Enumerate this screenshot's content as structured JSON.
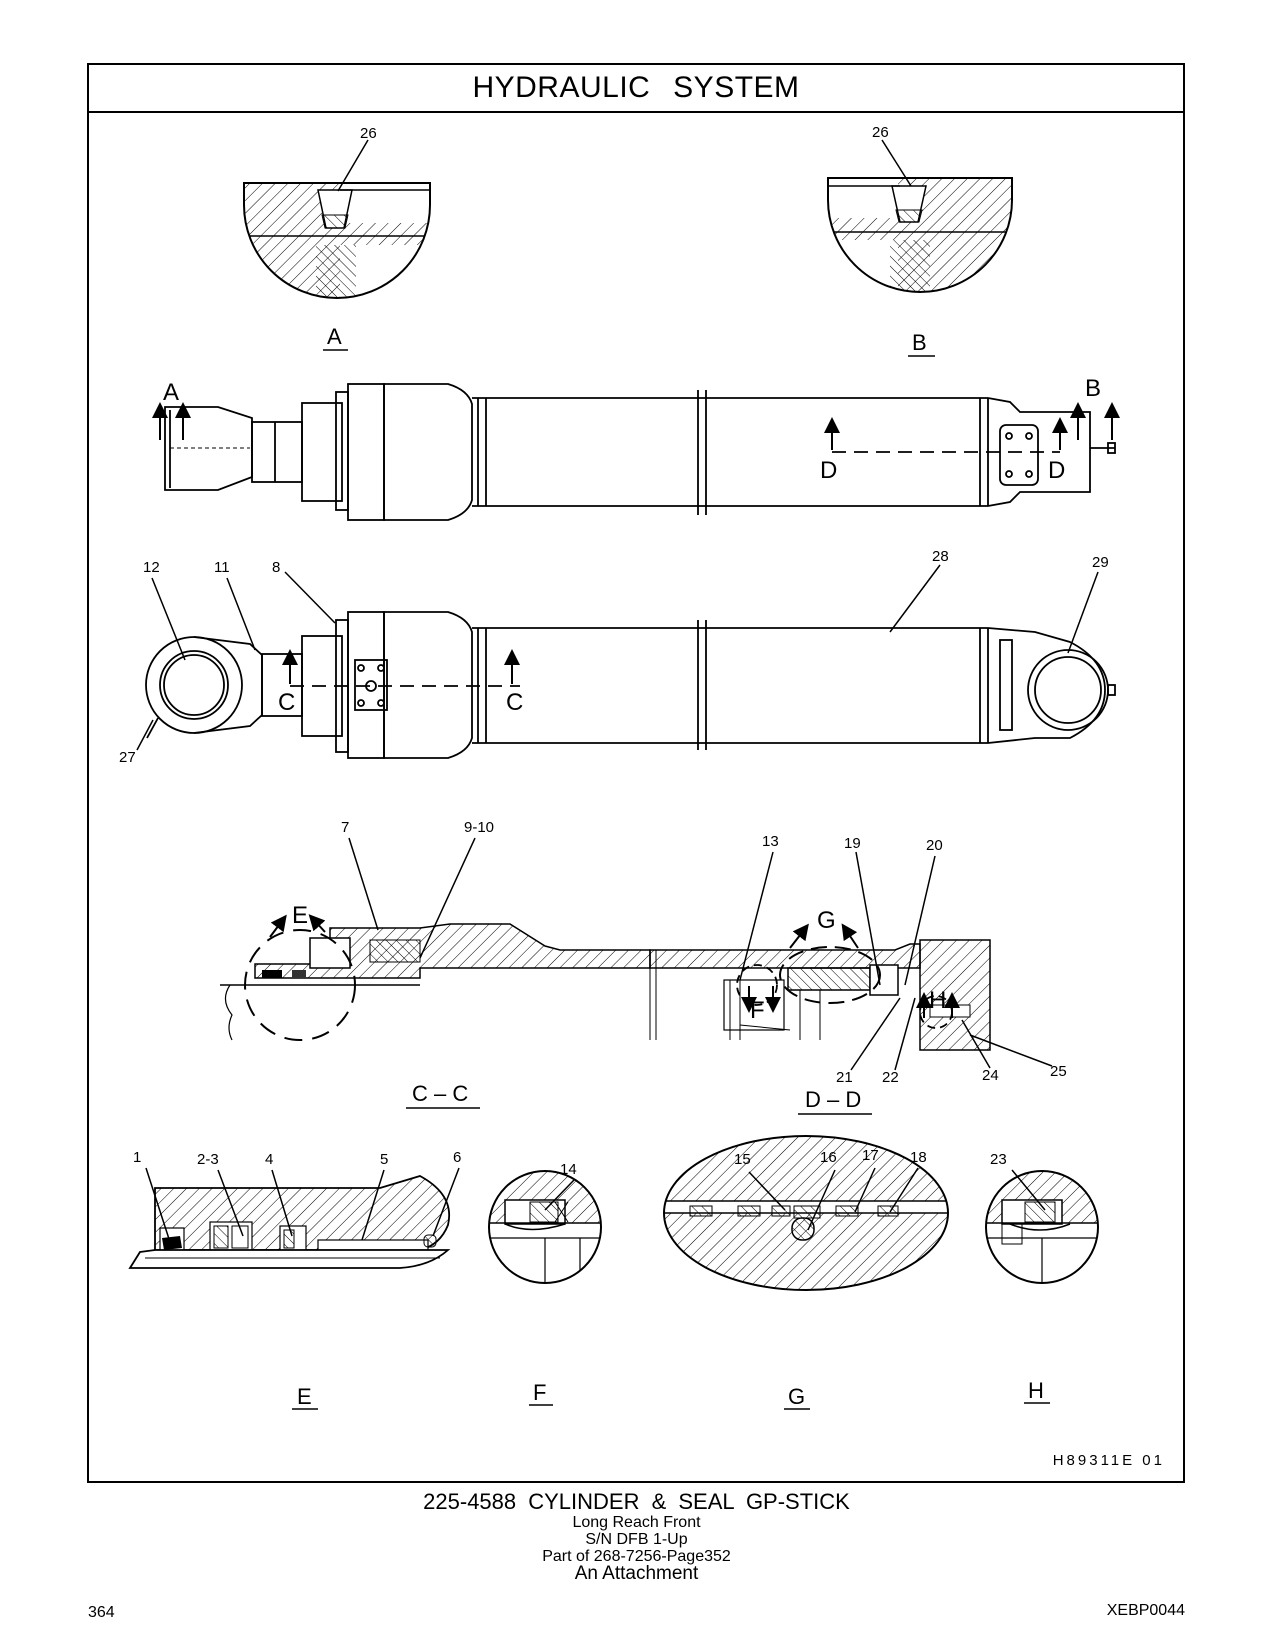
{
  "header": {
    "title": "HYDRAULIC   SYSTEM"
  },
  "views": {
    "A": "A",
    "B": "B",
    "C_C": "C – C",
    "D_D": "D – D",
    "E": "E",
    "F": "F",
    "G": "G",
    "H": "H"
  },
  "section_marks": {
    "A": "A",
    "B": "B",
    "C": "C",
    "D": "D",
    "E": "E",
    "F": "F",
    "G": "G",
    "H": "H"
  },
  "callouts": {
    "c1": "1",
    "c2_3": "2-3",
    "c4": "4",
    "c5": "5",
    "c6": "6",
    "c7": "7",
    "c8": "8",
    "c9_10": "9-10",
    "c11": "11",
    "c12": "12",
    "c13": "13",
    "c14": "14",
    "c15": "15",
    "c16": "16",
    "c17": "17",
    "c18": "18",
    "c19": "19",
    "c20": "20",
    "c21": "21",
    "c22": "22",
    "c23": "23",
    "c24": "24",
    "c25": "25",
    "c26": "26",
    "c27": "27",
    "c28": "28",
    "c29": "29"
  },
  "drawing_id": "H89311E   01",
  "caption": {
    "title": "225-4588  CYLINDER  &  SEAL  GP-STICK",
    "line1": "Long  Reach  Front",
    "line2": "S/N DFB 1-Up",
    "line3": "Part of 268-7256-Page352",
    "line4": "An Attachment"
  },
  "footer": {
    "page_number": "364",
    "doc_code": "XEBP0044"
  }
}
